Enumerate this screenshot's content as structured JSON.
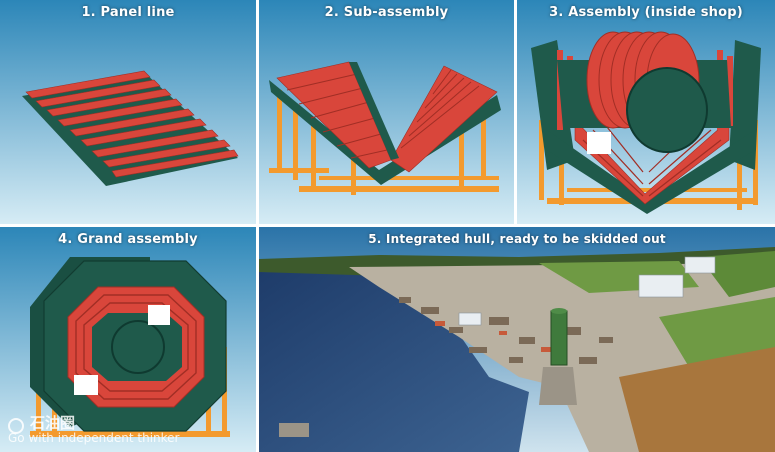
{
  "panels": [
    {
      "title": "1. Panel line"
    },
    {
      "title": "2. Sub-assembly"
    },
    {
      "title": "3. Assembly (inside shop)"
    },
    {
      "title": "4. Grand assembly"
    },
    {
      "title": "5. Integrated hull, ready to be skidded out"
    }
  ],
  "watermark": {
    "brand_cn": "石油圈",
    "slogan": "Go with independent thinker"
  },
  "colors": {
    "sky_top": "#2c86b8",
    "sky_bottom": "#cde6f2",
    "steel_red": "#d9463b",
    "hull_green": "#1f5a4b",
    "support_orange": "#f39a2e",
    "water": "#2b4a7a",
    "land_green": "#6f9a44",
    "yard_grey": "#b9b1a1"
  }
}
